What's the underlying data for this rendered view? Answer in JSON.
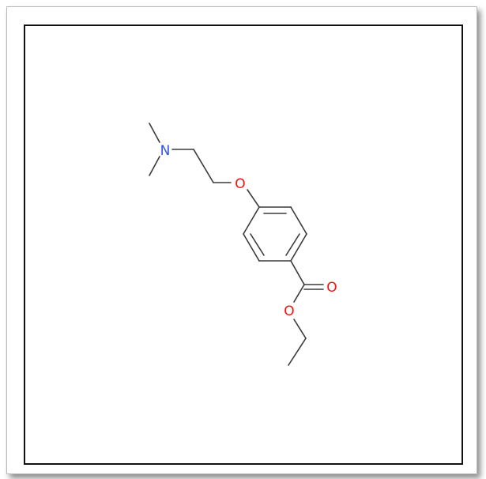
{
  "molecule": {
    "atom_labels": {
      "nitrogen": "N",
      "ether_oxygen": "O",
      "carbonyl_oxygen": "O",
      "ester_oxygen": "O"
    },
    "colors": {
      "bond": "#3a3a3a",
      "nitrogen": "#3050f8",
      "oxygen": "#ff0d0d",
      "frame": "#111111"
    }
  }
}
